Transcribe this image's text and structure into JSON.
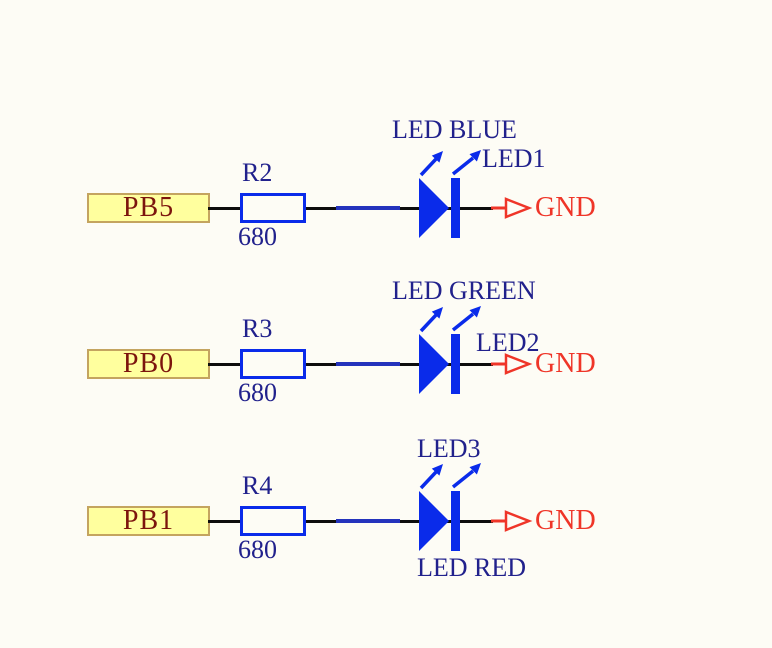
{
  "colors": {
    "background": "#FDFCF5",
    "symbol_blue": "#0A2BEA",
    "label_navy": "#21218C",
    "wire_black": "#0D0D0D",
    "wire_blue": "#2433BC",
    "net_red": "#EF3528",
    "port_text": "#7C150D",
    "port_fill": "#FFFF9E",
    "port_border": "#C4A45F"
  },
  "rows": [
    {
      "port": "PB5",
      "resistor": {
        "ref": "R2",
        "value": "680"
      },
      "led": {
        "name": "LED BLUE",
        "ref": "LED1"
      },
      "ground": "GND"
    },
    {
      "port": "PB0",
      "resistor": {
        "ref": "R3",
        "value": "680"
      },
      "led": {
        "name": "LED GREEN",
        "ref": "LED2"
      },
      "ground": "GND"
    },
    {
      "port": "PB1",
      "resistor": {
        "ref": "R4",
        "value": "680"
      },
      "led": {
        "name": "LED RED",
        "ref": "LED3"
      },
      "ground": "GND"
    }
  ]
}
